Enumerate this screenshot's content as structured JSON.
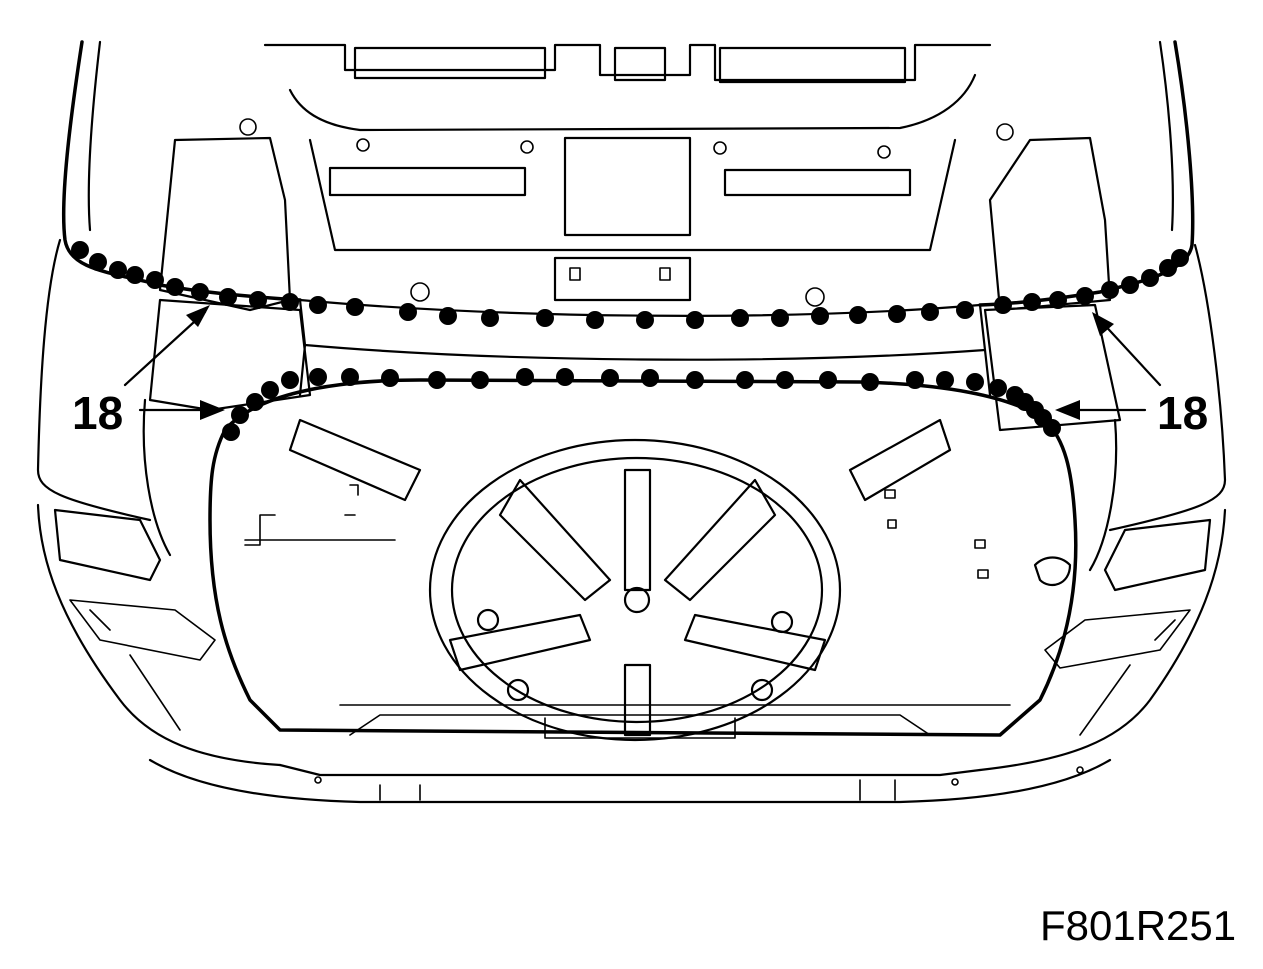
{
  "callouts": {
    "left": "18",
    "right": "18"
  },
  "figure_code": "F801R251",
  "colors": {
    "line": "#000000",
    "background": "#ffffff"
  }
}
